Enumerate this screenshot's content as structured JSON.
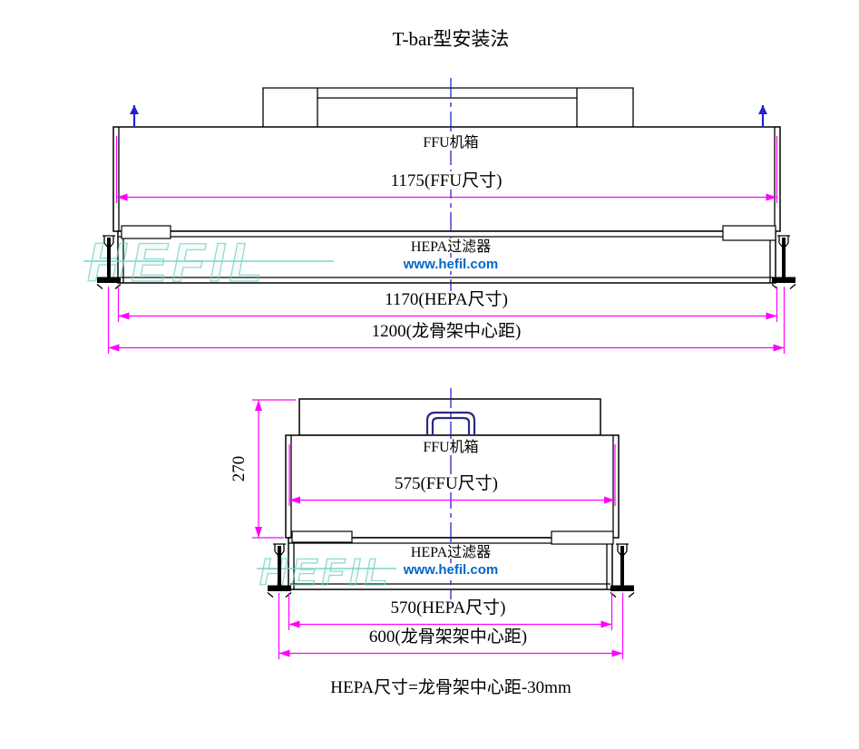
{
  "title": "T-bar型安装法",
  "footer": {
    "note": "HEPA尺寸=龙骨架中心距-30mm"
  },
  "watermark": {
    "text": "HEFIL"
  },
  "colors": {
    "outline": "#000000",
    "dimension_magenta": "#FF00FF",
    "centerline_blue": "#1414C8",
    "website_blue": "#0066CC",
    "watermark_teal": "#76D2C2",
    "vent_arrow_blue": "#2222CC"
  },
  "top_diagram": {
    "ffu_label": "FFU机箱",
    "hepa_label": "HEPA过滤器",
    "website": "www.hefil.com",
    "dims": {
      "ffu": "1175(FFU尺寸)",
      "hepa": "1170(HEPA尺寸)",
      "grid": "1200(龙骨架中心距)"
    }
  },
  "bottom_diagram": {
    "ffu_label": "FFU机箱",
    "hepa_label": "HEPA过滤器",
    "website": "www.hefil.com",
    "dims": {
      "ffu": "575(FFU尺寸)",
      "hepa": "570(HEPA尺寸)",
      "grid": "600(龙骨架架中心距)",
      "height": "270"
    }
  }
}
